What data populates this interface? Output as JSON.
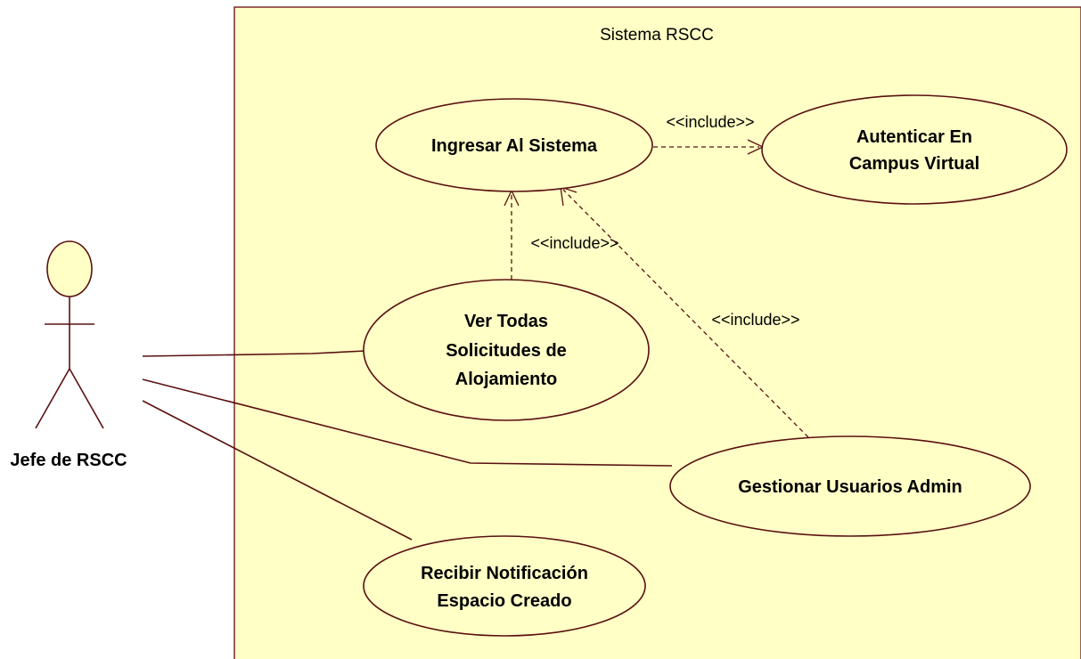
{
  "diagram": {
    "system": {
      "title": "Sistema RSCC"
    },
    "actor": {
      "name": "Jefe de RSCC"
    },
    "use_cases": {
      "ingresar": {
        "lines": [
          "Ingresar Al Sistema"
        ]
      },
      "autenticar": {
        "lines": [
          "Autenticar En",
          "Campus Virtual"
        ]
      },
      "ver_todas": {
        "lines": [
          "Ver Todas",
          "Solicitudes de",
          "Alojamiento"
        ]
      },
      "gestionar": {
        "lines": [
          "Gestionar Usuarios Admin"
        ]
      },
      "recibir": {
        "lines": [
          "Recibir Notificación",
          "Espacio Creado"
        ]
      }
    },
    "relations": {
      "include_autenticar": "<<include>>",
      "include_ver_todas": "<<include>>",
      "include_gestionar": "<<include>>"
    }
  },
  "colors": {
    "fill": "#ffffc6",
    "stroke": "#5a1010",
    "text": "#000000"
  }
}
